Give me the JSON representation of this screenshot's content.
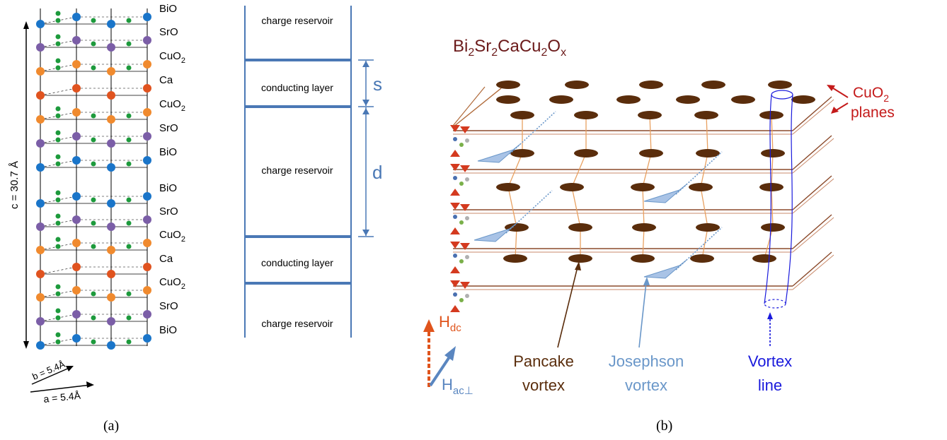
{
  "panel_a": {
    "layers": [
      "BiO",
      "SrO",
      "CuO2",
      "Ca",
      "CuO2",
      "SrO",
      "BiO",
      "BiO",
      "SrO",
      "CuO2",
      "Ca",
      "CuO2",
      "SrO",
      "BiO"
    ],
    "c_axis": "c = 30.7 Å",
    "b_axis": "b = 5.4Å",
    "a_axis": "a = 5.4Å",
    "caption": "(a)"
  },
  "schematic": {
    "blocks": [
      "charge reservoir",
      "conducting layer",
      "charge reservoir",
      "conducting layer",
      "charge reservoir"
    ],
    "s_label": "s",
    "d_label": "d",
    "line_color": "#4a78b5"
  },
  "panel_b": {
    "formula": {
      "parts": [
        {
          "t": "Bi",
          "sub": "2"
        },
        {
          "t": "Sr",
          "sub": "2"
        },
        {
          "t": "CaCu",
          "sub": "2"
        },
        {
          "t": "O",
          "sub": "x"
        }
      ]
    },
    "cuo2_label": {
      "t": "CuO",
      "sub": "2"
    },
    "planes_label": "planes",
    "hdc": {
      "t": "H",
      "sub": "dc"
    },
    "hac": {
      "t": "H",
      "sub": "ac⊥"
    },
    "labels": {
      "pancake": [
        "Pancake",
        "vortex"
      ],
      "josephson": [
        "Josephson",
        "vortex"
      ],
      "vortex_line": [
        "Vortex",
        "line"
      ]
    },
    "colors": {
      "formula": "#6b1a1a",
      "pancake": "#5a2d0c",
      "josephson": "#6a97c9",
      "vortex_line": "#1a1adc",
      "cuo2": "#c41a1a",
      "hdc": "#e0541c",
      "hac": "#5a86c0"
    },
    "caption": "(b)"
  }
}
